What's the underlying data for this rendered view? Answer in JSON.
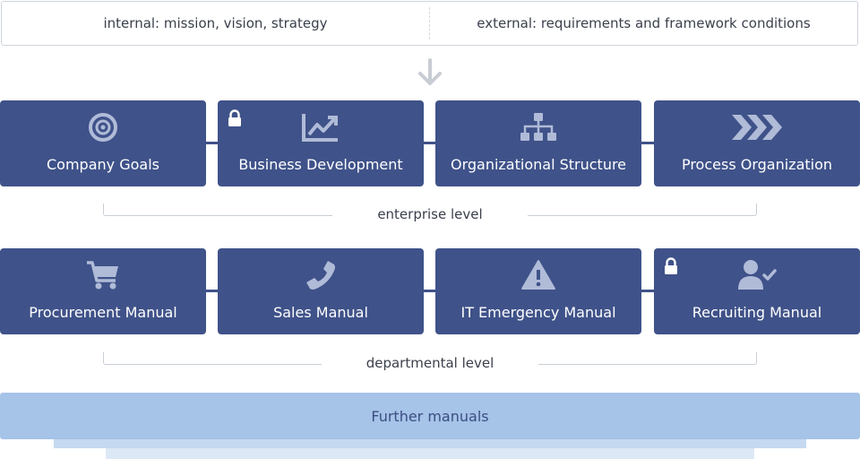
{
  "header": {
    "internal": "internal: mission, vision, strategy",
    "external": "external: requirements and framework conditions"
  },
  "enterprise": {
    "label": "enterprise level",
    "cards": [
      {
        "label": "Company Goals",
        "icon": "target-icon",
        "locked": false
      },
      {
        "label": "Business Development",
        "icon": "chart-icon",
        "locked": true
      },
      {
        "label": "Organizational Structure",
        "icon": "org-chart-icon",
        "locked": false
      },
      {
        "label": "Process Organization",
        "icon": "chevrons-icon",
        "locked": false
      }
    ]
  },
  "departmental": {
    "label": "departmental level",
    "cards": [
      {
        "label": "Procurement Manual",
        "icon": "cart-icon",
        "locked": false
      },
      {
        "label": "Sales Manual",
        "icon": "phone-icon",
        "locked": false
      },
      {
        "label": "IT Emergency Manual",
        "icon": "warning-icon",
        "locked": false
      },
      {
        "label": "Recruiting Manual",
        "icon": "user-check-icon",
        "locked": true
      }
    ]
  },
  "further": {
    "label": "Further manuals"
  },
  "colors": {
    "card": "#3f5289",
    "icon": "#b0bbd8",
    "further": "#a6c3e8"
  }
}
